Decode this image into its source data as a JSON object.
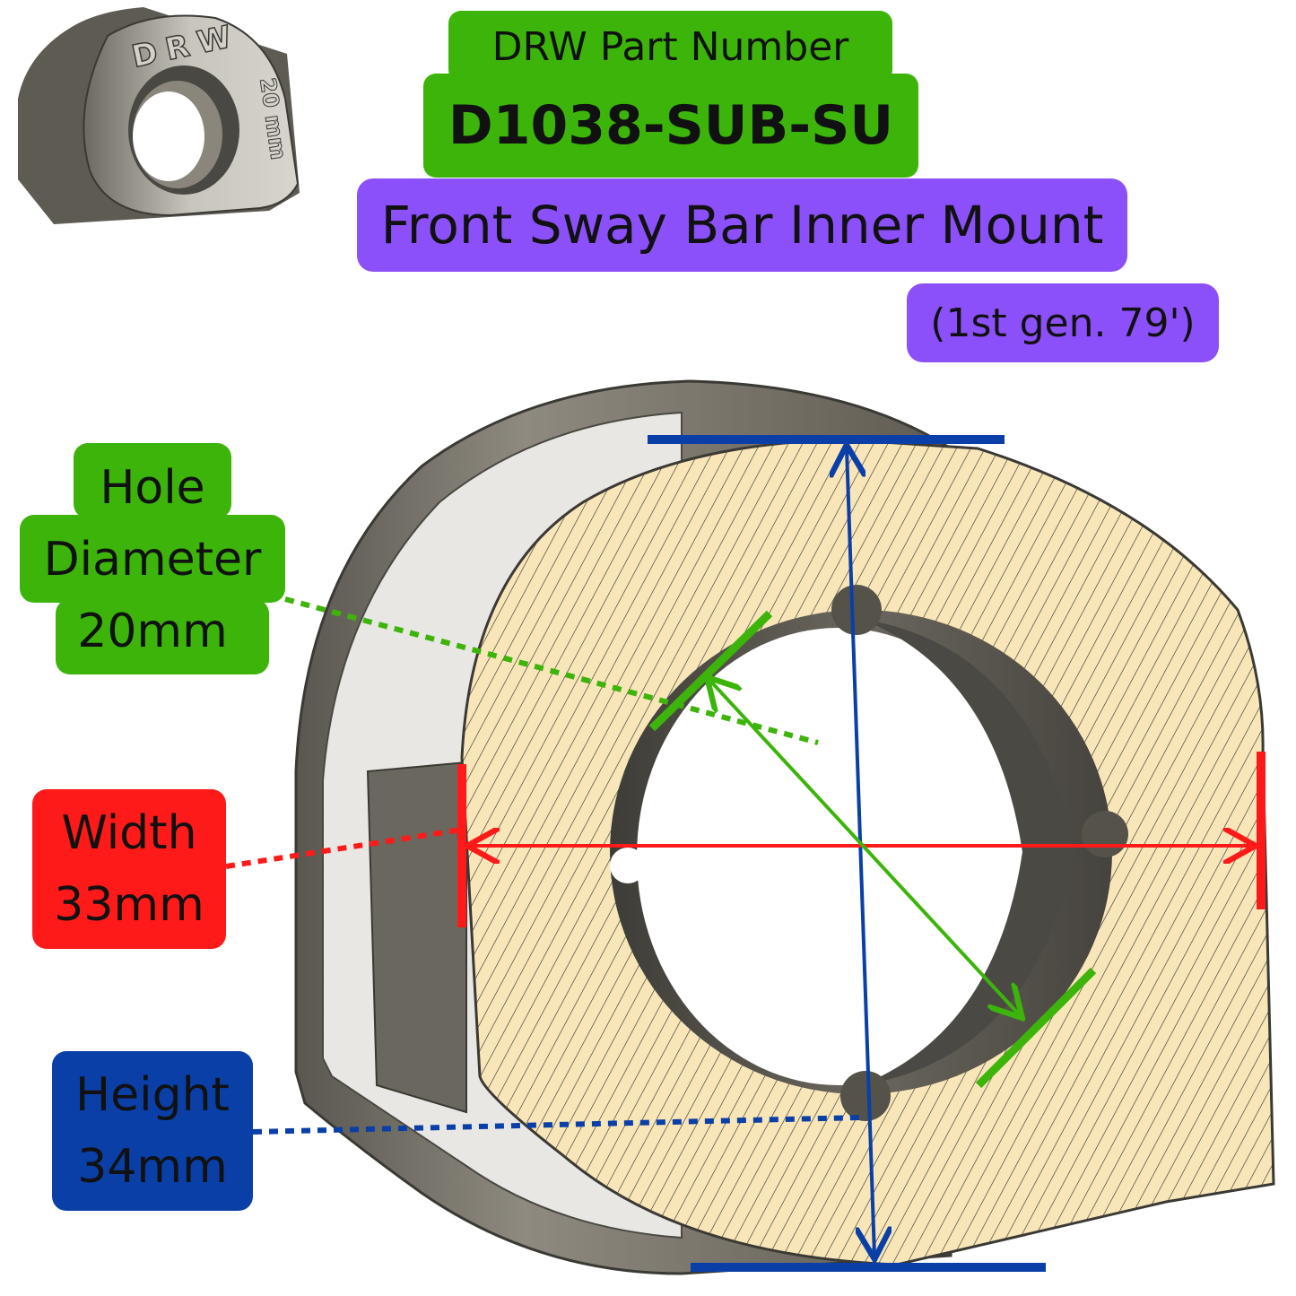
{
  "header": {
    "part_number_label": "DRW Part Number",
    "part_number": "D1038-SUB-SU",
    "part_name": "Front Sway Bar Inner Mount",
    "generation": "(1st gen. 79')"
  },
  "thumbnail": {
    "brand_text": "DRW",
    "size_text": "20 mm"
  },
  "dimensions": {
    "hole": {
      "line1": "Hole",
      "line2": "Diameter",
      "line3": "20mm"
    },
    "width": {
      "line1": "Width",
      "line2": "33mm"
    },
    "height": {
      "line1": "Height",
      "line2": "34mm"
    }
  },
  "colors": {
    "green": "#3cb40a",
    "purple": "#8c50fa",
    "red": "#ff1a1a",
    "blue": "#0a3fa8",
    "part_face": "#f8e6b8",
    "part_body": "#6e6a60"
  }
}
